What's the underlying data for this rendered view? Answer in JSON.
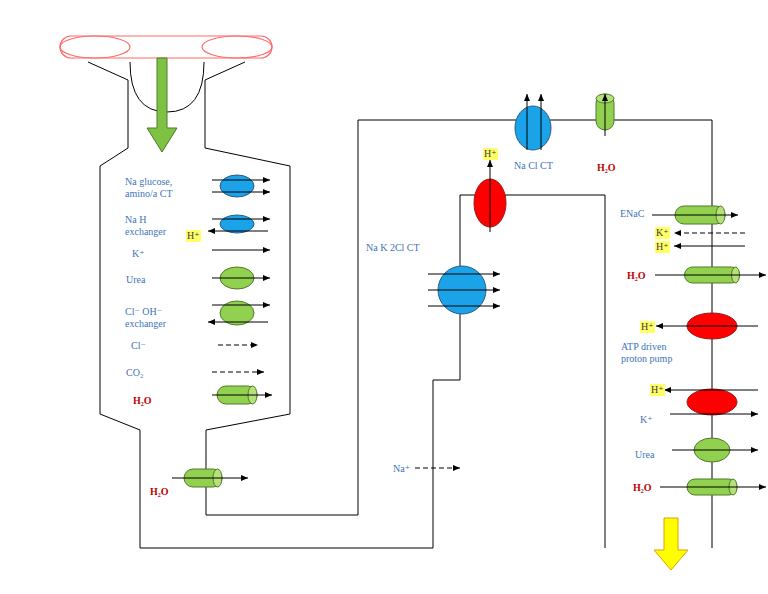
{
  "diagram": {
    "labels": [
      "Na glucose, amino/a CT",
      "Na H exchanger",
      "H⁺",
      "K⁺",
      "Urea",
      "Cl⁻ OH⁻ exchanger",
      "Cl⁻",
      "CO₂",
      "H₂O",
      "H₂O",
      "Na K 2Cl CT",
      "H⁺",
      "Na⁺",
      "Na Cl CT",
      "H₂O",
      "ENaC",
      "K⁺",
      "H⁺",
      "H₂O",
      "H⁺",
      "ATP driven proton pump",
      "H⁺",
      "K⁺",
      "Urea",
      "H₂O"
    ]
  }
}
